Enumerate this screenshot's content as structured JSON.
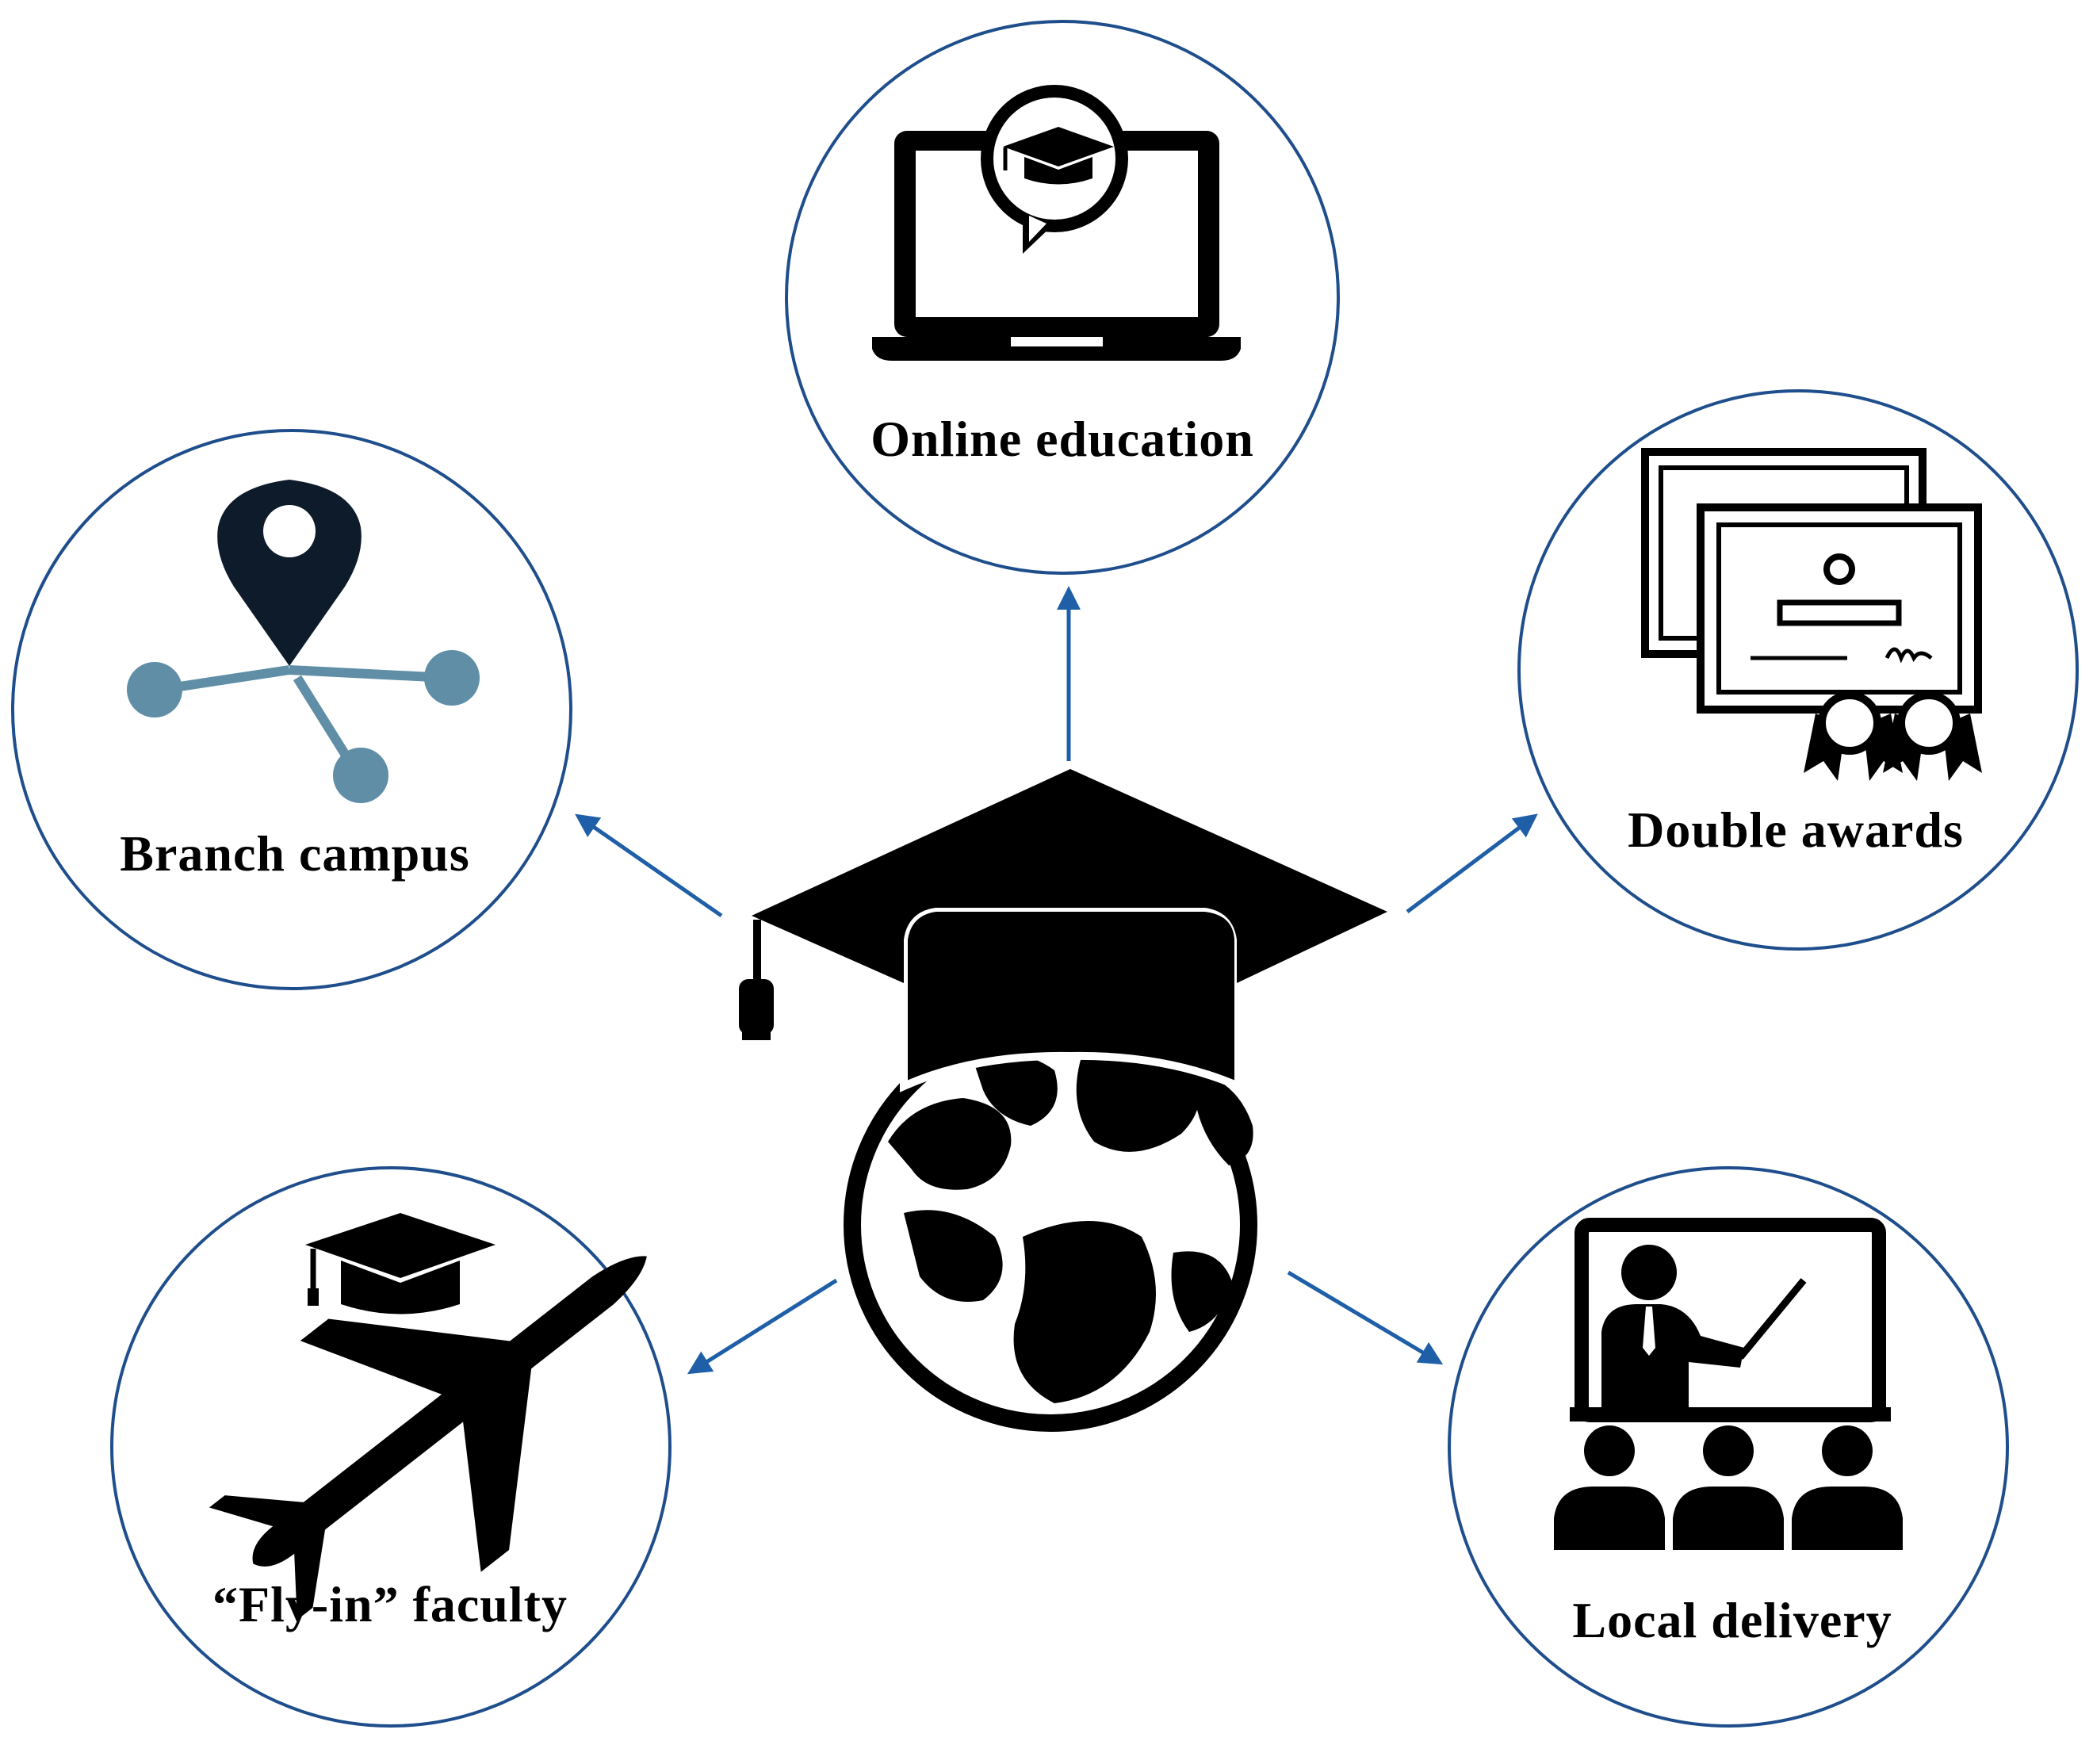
{
  "colors": {
    "ring": "#1f4e8c",
    "arrow": "#1f5fa8",
    "icon": "#000000",
    "network": "#5f8ea6",
    "pin": "#0d1b2a"
  },
  "hub": {
    "icon": "graduation-cap-globe-icon"
  },
  "nodes": {
    "online": {
      "label": "Online education",
      "icon": "laptop-mortarboard-icon"
    },
    "branch": {
      "label": "Branch campus",
      "icon": "location-network-icon"
    },
    "double": {
      "label": "Double awards",
      "icon": "certificates-icon"
    },
    "flyin": {
      "label": "“Fly-in” faculty",
      "icon": "airplane-mortarboard-icon"
    },
    "local": {
      "label": "Local delivery",
      "icon": "classroom-presenter-icon"
    }
  }
}
